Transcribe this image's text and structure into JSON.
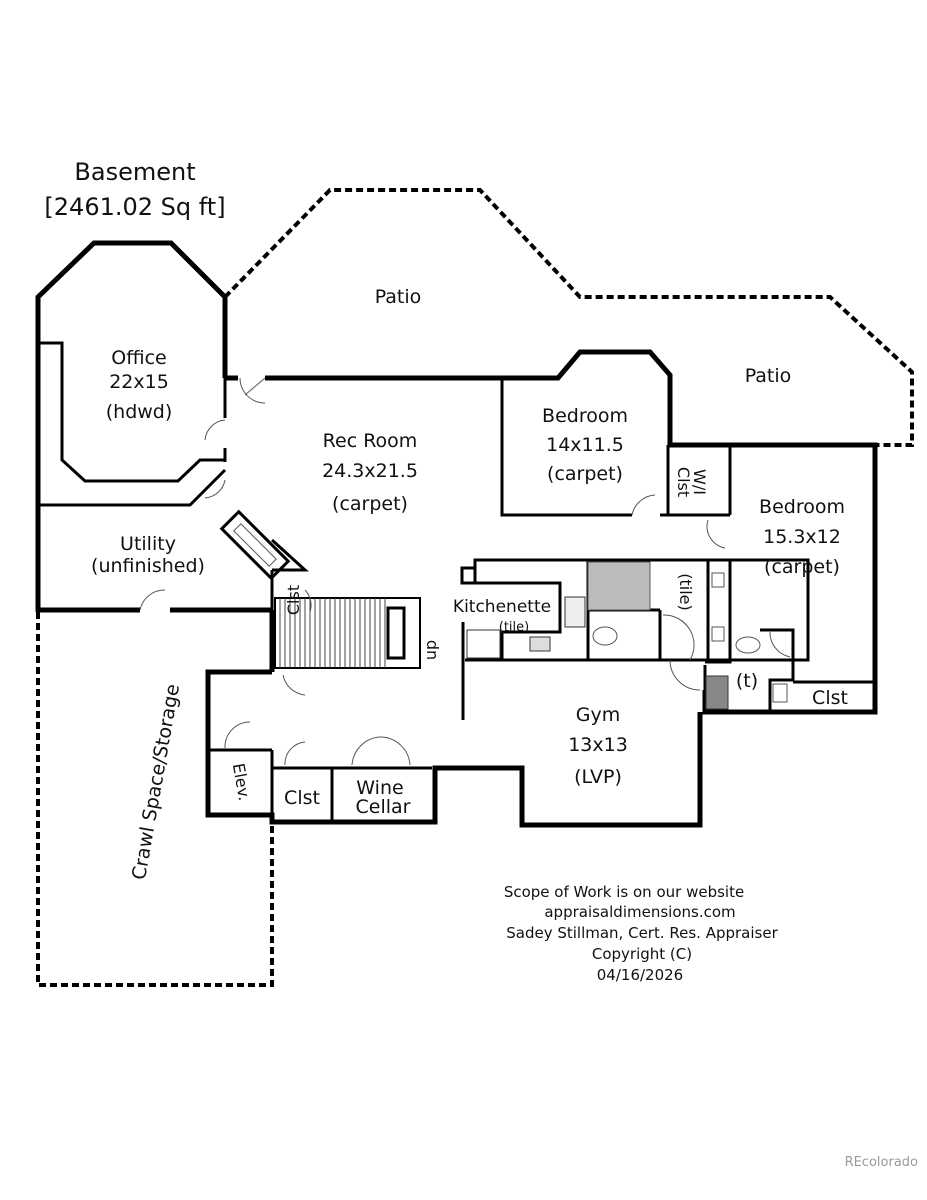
{
  "title": {
    "line1": "Basement",
    "line2": "[2461.02 Sq ft]"
  },
  "rooms": {
    "patio_left": "Patio",
    "patio_right": "Patio",
    "office": [
      "Office",
      "22x15",
      "(hdwd)"
    ],
    "rec_room": [
      "Rec Room",
      "24.3x21.5",
      "(carpet)"
    ],
    "bedroom1": [
      "Bedroom",
      "14x11.5",
      "(carpet)"
    ],
    "wi_closet": [
      "W/I",
      "Clst"
    ],
    "bedroom2": [
      "Bedroom",
      "15.3x12",
      "(carpet)"
    ],
    "utility": [
      "Utility",
      "(unfinished)"
    ],
    "clst_stair": "Clst",
    "kitchenette": [
      "Kitchenette",
      "(tile)"
    ],
    "bath_tile": "(tile)",
    "stairs_dn": "dn",
    "bath2": "(t)",
    "clst_bed": "Clst",
    "gym": [
      "Gym",
      "13x13",
      "(LVP)"
    ],
    "elevator": "Elev.",
    "clst_bottom": "Clst",
    "wine_cellar": [
      "Wine",
      "Cellar"
    ],
    "crawl_space": "Crawl Space/Storage"
  },
  "footer": [
    "Scope of Work is on our website",
    "appraisaldimensions.com",
    "Sadey Stillman, Cert. Res. Appraiser",
    "Copyright (C)",
    "04/16/2026"
  ],
  "watermark": "REcolorado"
}
